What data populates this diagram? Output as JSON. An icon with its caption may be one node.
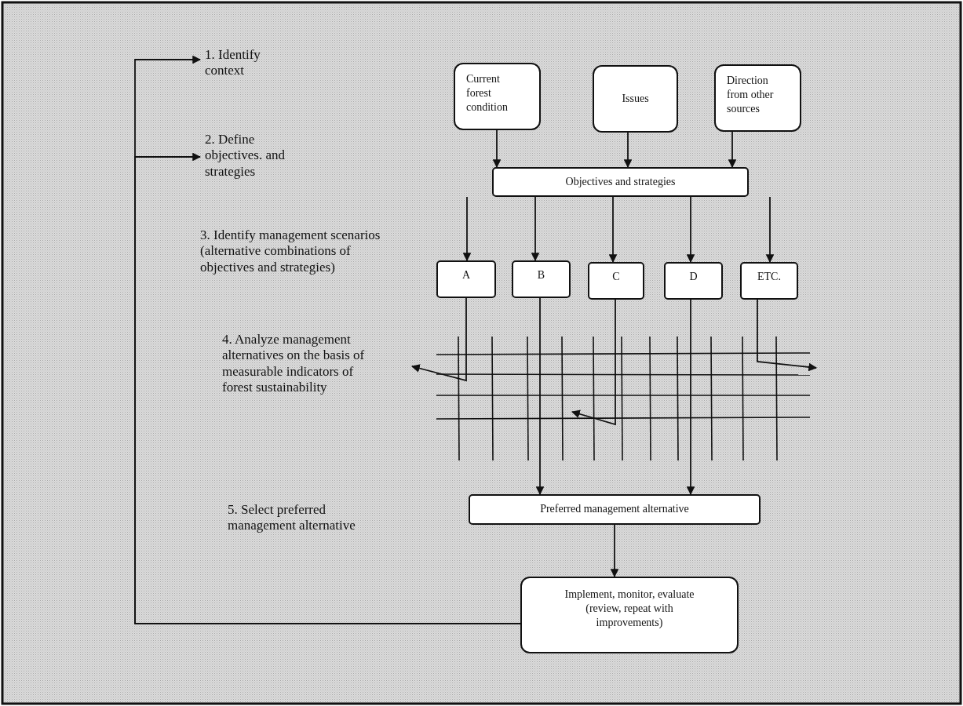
{
  "diagram": {
    "nodes": [
      {
        "text": [
          "1. Identify context"
        ]
      },
      {
        "text": [
          "2. Define objectives. and strategies"
        ]
      },
      {
        "text": [
          "Current forest condition"
        ]
      },
      {
        "text": [
          "Issues"
        ]
      },
      {
        "text": [
          "Direction from other sources"
        ]
      },
      {
        "text": [
          "Objectives and strategies"
        ]
      },
      {
        "text": [
          "A"
        ]
      },
      {
        "text": [
          "B"
        ]
      },
      {
        "text": [
          "C"
        ]
      },
      {
        "text": [
          "D"
        ]
      },
      {
        "text": [
          "ETC."
        ]
      },
      {
        "text": [
          "Preferred management alternative"
        ]
      },
      {
        "text": [
          "Implement, monitor, evaluate (review, repeat with improvements)"
        ]
      }
    ],
    "edges": [
      {
        "from": 2,
        "to": 5,
        "arrow": "to"
      },
      {
        "from": 3,
        "to": 5,
        "arrow": "to"
      },
      {
        "from": 4,
        "to": 5,
        "arrow": "to"
      },
      {
        "from": 5,
        "to": 6,
        "arrow": "to"
      },
      {
        "from": 5,
        "to": 7,
        "arrow": "to"
      },
      {
        "from": 5,
        "to": 8,
        "arrow": "to"
      },
      {
        "from": 5,
        "to": 9,
        "arrow": "to"
      },
      {
        "from": 5,
        "to": 10,
        "arrow": "to"
      },
      {
        "from": 6,
        "to": null,
        "arrow": "to"
      },
      {
        "from": 7,
        "to": 11,
        "arrow": "to"
      },
      {
        "from": 8,
        "to": null,
        "arrow": "to"
      },
      {
        "from": 9,
        "to": 11,
        "arrow": "to"
      },
      {
        "from": 10,
        "to": null,
        "arrow": "to"
      },
      {
        "from": 11,
        "to": 12,
        "arrow": "to"
      },
      {
        "from": 12,
        "to": 0,
        "arrow": "to"
      },
      {
        "from": 12,
        "to": 1,
        "arrow": "to"
      }
    ],
    "labels": [
      "3. Identify management scenarios (alternative combinations of objectives and strategies)",
      "4. Analyze management alternatives on the basis of measurable indicators of forest sustainability",
      "5. Select preferred management alternative"
    ]
  }
}
